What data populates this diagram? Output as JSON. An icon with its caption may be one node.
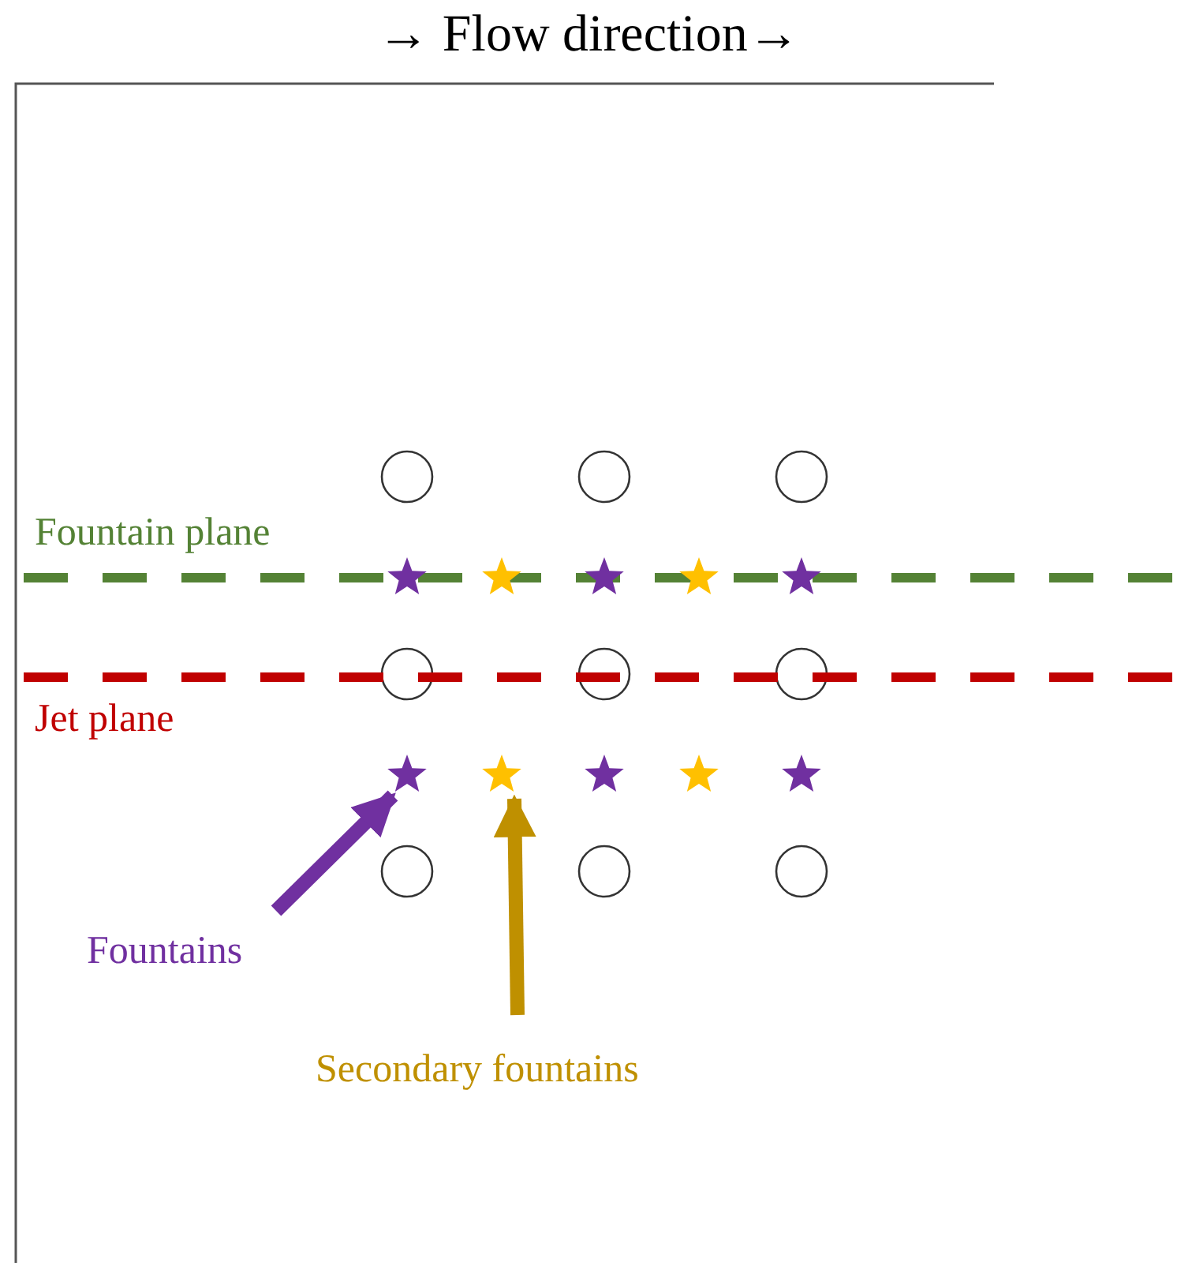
{
  "diagram": {
    "title": "→ Flow direction→",
    "nodes": [
      {
        "text": [
          "Fountains"
        ]
      },
      {
        "text": [],
        "shape": "star"
      },
      {
        "text": [
          "Secondary fountains"
        ]
      },
      {
        "text": [],
        "shape": "star"
      }
    ],
    "edges": [
      {
        "from": 0,
        "to": 1,
        "arrow": "to",
        "color": "#7030a0"
      },
      {
        "from": 2,
        "to": 3,
        "arrow": "to",
        "color": "#bf9000"
      }
    ],
    "labels": [
      "Fountain plane",
      "Jet plane"
    ]
  }
}
